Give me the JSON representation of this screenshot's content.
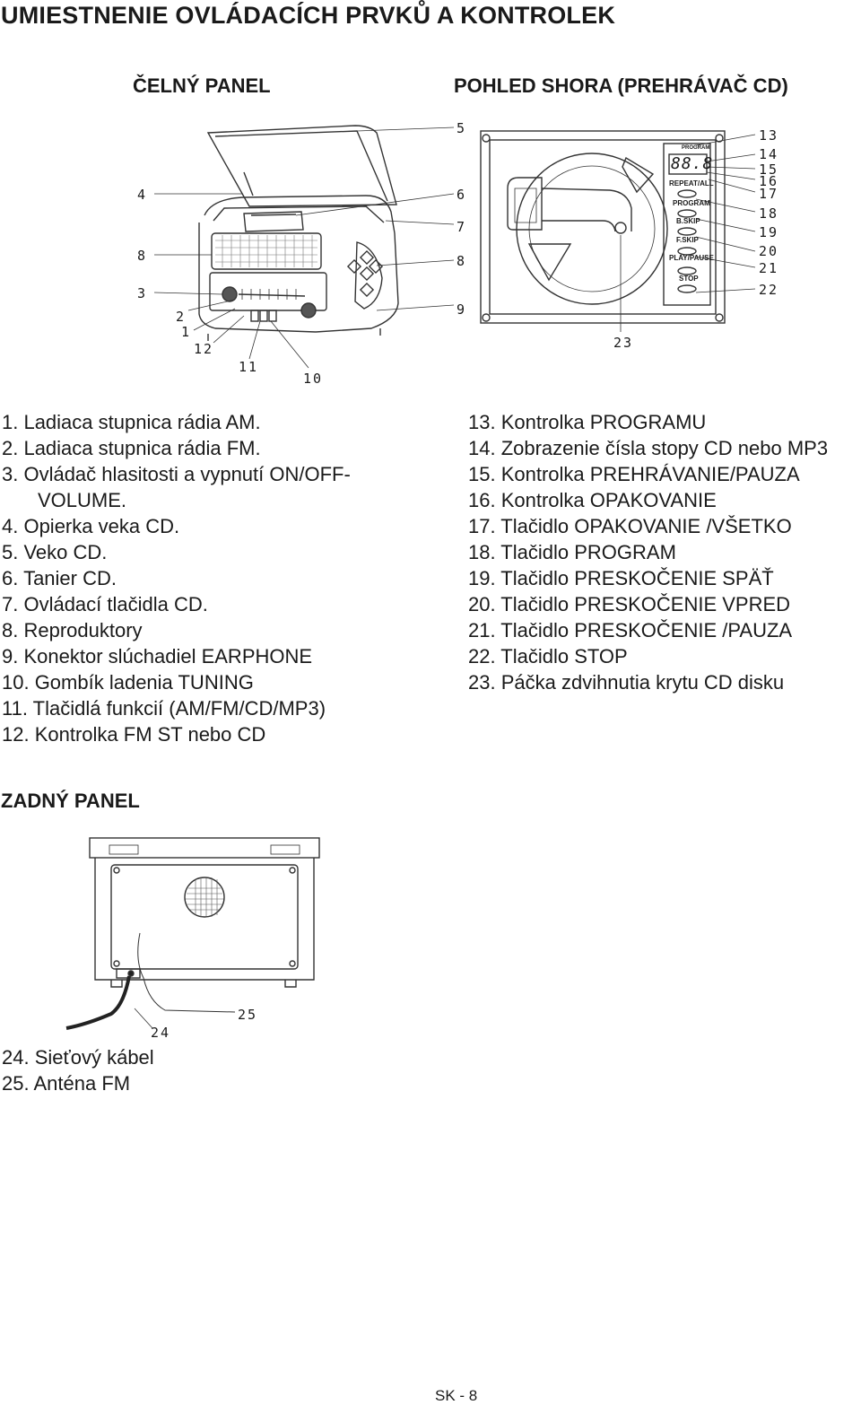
{
  "title": "UMIESTNENIE OVLÁDACÍCH PRVKŮ A KONTROLEK",
  "front_panel_heading": "ČELNÝ PANEL",
  "top_view_heading": "POHLED SHORA (PREHRÁVAČ CD)",
  "rear_panel_heading": "ZADNÝ PANEL",
  "front_labels": {
    "l4": "4",
    "l8": "8",
    "l3": "3",
    "l2": "2",
    "l1": "1",
    "l12": "12",
    "l11": "11",
    "l10": "10",
    "l5": "5",
    "l6": "6",
    "l7": "7",
    "l8b": "8",
    "l9": "9"
  },
  "top_labels": {
    "l13": "13",
    "l14": "14",
    "l15": "15",
    "l16": "16",
    "l17": "17",
    "l18": "18",
    "l19": "19",
    "l20": "20",
    "l21": "21",
    "l22": "22",
    "l23": "23"
  },
  "cd_panel": {
    "program_indicator": "PROGRAM",
    "display": "88.8",
    "repeat_all": "REPEAT/ALL",
    "program": "PROGRAM",
    "b_skip": "B.SKIP",
    "f_skip": "F.SKIP",
    "play_pause": "PLAY/PAUSE",
    "stop": "STOP"
  },
  "rear_labels": {
    "l24": "24",
    "l25": "25"
  },
  "left_list": [
    "1. Ladiaca stupnica rádia AM.",
    "2. Ladiaca stupnica rádia FM.",
    "3. Ovládač hlasitosti a vypnutí ON/OFF-",
    "VOLUME.",
    "4. Opierka veka CD.",
    "5. Veko CD.",
    "6. Tanier CD.",
    "7. Ovládací tlačidla CD.",
    "8. Reproduktory",
    "9. Konektor slúchadiel EARPHONE",
    "10. Gombík ladenia TUNING",
    "11. Tlačidlá funkcií (AM/FM/CD/MP3)",
    "12. Kontrolka FM ST nebo CD"
  ],
  "right_list": [
    "13. Kontrolka PROGRAMU",
    "14. Zobrazenie čísla stopy CD nebo MP3",
    "15. Kontrolka PREHRÁVANIE/PAUZA",
    "16. Kontrolka OPAKOVANIE",
    "17. Tlačidlo OPAKOVANIE /VŠETKO",
    "18. Tlačidlo PROGRAM",
    "19. Tlačidlo PRESKOČENIE SPÄŤ",
    "20. Tlačidlo PRESKOČENIE VPRED",
    "21. Tlačidlo PRESKOČENIE /PAUZA",
    "22. Tlačidlo STOP",
    "23. Páčka zdvihnutia krytu CD disku"
  ],
  "rear_list": [
    "24. Sieťový kábel",
    "25. Anténa FM"
  ],
  "footer": "SK - 8"
}
